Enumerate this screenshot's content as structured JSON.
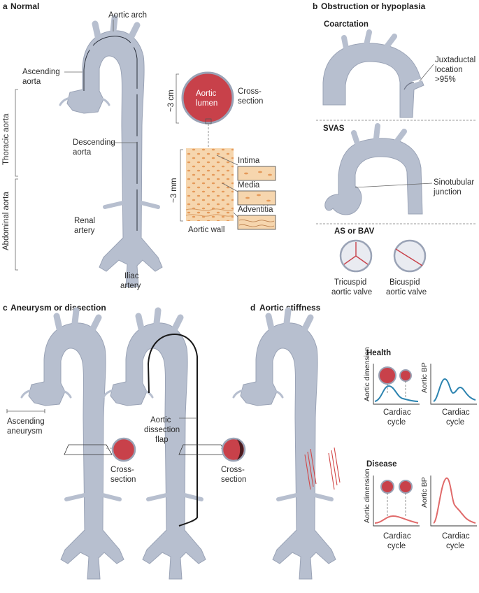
{
  "colors": {
    "vessel": "#b7bfcf",
    "vessel_edge": "#9aa3b6",
    "red": "#c8414a",
    "blue": "#2d84b0",
    "pink": "#e06a6a",
    "tissue": "#f6d6ae"
  },
  "panel_a": {
    "letter": "a",
    "title": "Normal",
    "aortic_arch": "Aortic arch",
    "ascending": [
      "Ascending",
      "aorta"
    ],
    "descending": [
      "Descending",
      "aorta"
    ],
    "renal": [
      "Renal",
      "artery"
    ],
    "iliac": [
      "Iliac",
      "artery"
    ],
    "thoracic": "Thoracic aorta",
    "abdominal": "Abdominal aorta",
    "lumen": [
      "Aortic",
      "lumen"
    ],
    "cross_section": [
      "Cross-",
      "section"
    ],
    "size_cm": "~3 cm",
    "size_mm": "~3 mm",
    "intima": "Intima",
    "media": "Media",
    "adventitia": "Adventitia",
    "aortic_wall": "Aortic wall"
  },
  "panel_b": {
    "letter": "b",
    "title": "Obstruction or hypoplasia",
    "coarctation": "Coarctation",
    "juxtaductal": [
      "Juxtaductal",
      "location",
      ">95%"
    ],
    "svas": "SVAS",
    "sinotubular": [
      "Sinotubular",
      "junction"
    ],
    "as_bav": "AS or BAV",
    "tricuspid": [
      "Tricuspid",
      "aortic valve"
    ],
    "bicuspid": [
      "Bicuspid",
      "aortic valve"
    ]
  },
  "panel_c": {
    "letter": "c",
    "title": "Aneurysm or dissection",
    "asc_aneurysm": [
      "Ascending",
      "aneurysm"
    ],
    "cross_section": [
      "Cross-",
      "section"
    ],
    "dissection_flap": [
      "Aortic",
      "dissection",
      "flap"
    ],
    "cross_section2": [
      "Cross-",
      "section"
    ]
  },
  "panel_d": {
    "letter": "d",
    "title": "Aortic stiffness",
    "health": "Health",
    "disease": "Disease",
    "dimension": "Aortic dimension",
    "bp": "Aortic BP",
    "cycle": [
      "Cardiac",
      "cycle"
    ]
  }
}
